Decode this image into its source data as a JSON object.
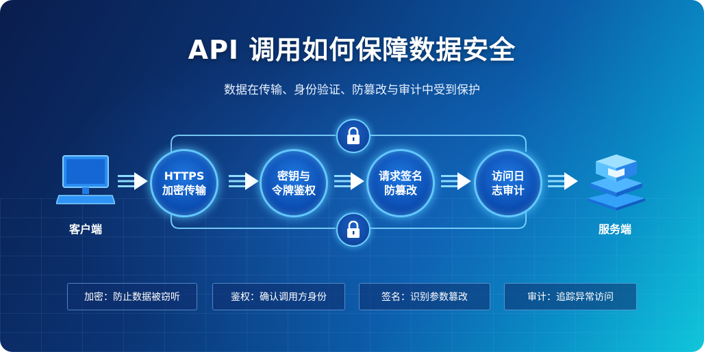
{
  "title": "API 调用如何保障数据安全",
  "subtitle": "数据在传输、身份验证、防篡改与审计中受到保护",
  "client_label": "客户端",
  "server_label": "服务端",
  "steps": [
    {
      "line1": "HTTPS",
      "line2": "加密传输"
    },
    {
      "line1": "密钥与",
      "line2": "令牌鉴权"
    },
    {
      "line1": "请求签名",
      "line2": "防篡改"
    },
    {
      "line1": "访问日",
      "line2": "志审计"
    }
  ],
  "tags": [
    "加密：防止数据被窃听",
    "鉴权：确认调用方身份",
    "签名：识别参数篡改",
    "审计：追踪异常访问"
  ],
  "icons": {
    "client": "computer-icon",
    "server": "server-stack-icon",
    "security": "lock-icon",
    "flow": "double-arrow-icon"
  },
  "colors": {
    "accent": "#63c8ff",
    "step_fill": "#0c4fb4",
    "background_start": "#0a1d4d",
    "background_end": "#10c6da"
  }
}
